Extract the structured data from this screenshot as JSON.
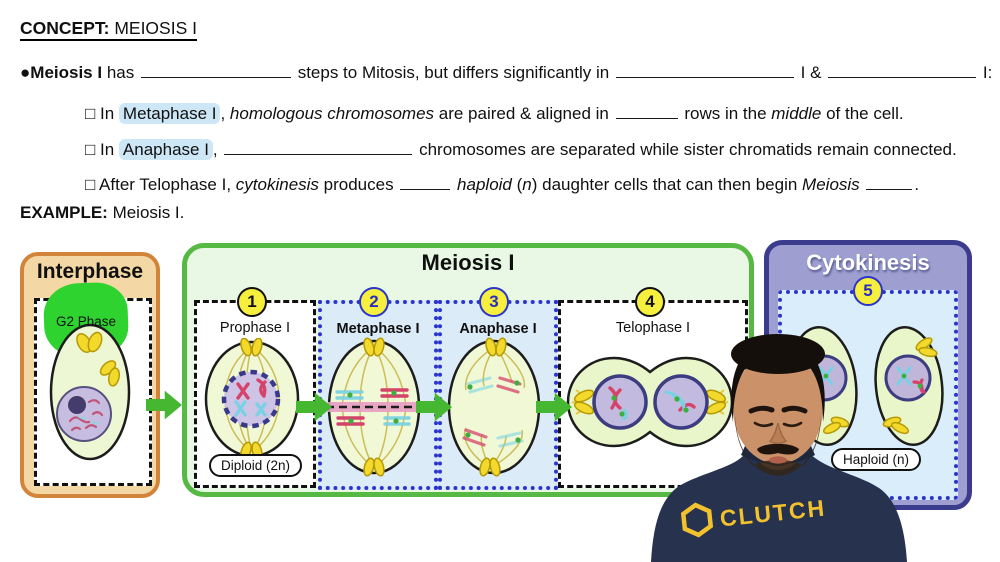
{
  "colors": {
    "arrow_green": "#46b731",
    "g2_highlight_green": "#2fd32f",
    "text_highlight_blue": "#cde7f6",
    "interphase_bg": "#f3d7a4",
    "interphase_border": "#d2853a",
    "meiosis_bg": "#e9f8e4",
    "meiosis_border": "#56b944",
    "phase_blue_bg": "#dcebf8",
    "phase_blue_border": "#2b35cc",
    "cytokinesis_bg": "#9e9fd0",
    "cytokinesis_border": "#3b3c8e",
    "number_circle_yellow": "#f6ef3d",
    "clutch_yellow": "#f2c12e",
    "shirt_navy": "#26324e"
  },
  "concept": {
    "label": "CONCEPT:",
    "title": " MEIOSIS I"
  },
  "line1": {
    "bullet": "●",
    "lead": "Meiosis I",
    "t1": " has",
    "t2": " steps to Mitosis, but differs significantly in",
    "t3": " I &",
    "t4": " I:"
  },
  "line2": {
    "t1": "□ In ",
    "hl": "Metaphase I",
    "t2": ", ",
    "i1": "homologous chromosomes",
    "t3": " are paired & aligned in",
    "t4": " rows in the ",
    "i2": "middle",
    "t5": " of the cell."
  },
  "line3": {
    "t1": "□ In ",
    "hl": "Anaphase I",
    "t2": ", ",
    "t3": " chromosomes are separated while sister chromatids remain connected."
  },
  "line4": {
    "t1": "□ After Telophase I, ",
    "i1": "cytokinesis",
    "t2": " produces",
    "i2": " haploid",
    "t3": " (",
    "i3": "n",
    "t4": ") daughter cells that can then begin ",
    "i4": "Meiosis",
    "t5": "."
  },
  "example": {
    "label": "EXAMPLE:",
    "text": " Meiosis I."
  },
  "diagram": {
    "interphase": {
      "title": "Interphase",
      "stage_label": "G2 Phase"
    },
    "meiosis": {
      "title": "Meiosis I",
      "phases": [
        {
          "num": "1",
          "label": "Prophase I"
        },
        {
          "num": "2",
          "label": "Metaphase I"
        },
        {
          "num": "3",
          "label": "Anaphase I"
        },
        {
          "num": "4",
          "label": "Telophase I"
        }
      ],
      "ploidy_badge": "Diploid (2n)"
    },
    "cytokinesis": {
      "num": "5",
      "title": "Cytokinesis",
      "ploidy_badge": "Haploid (n)"
    }
  },
  "person": {
    "shirt_text": "CLUTCH"
  }
}
